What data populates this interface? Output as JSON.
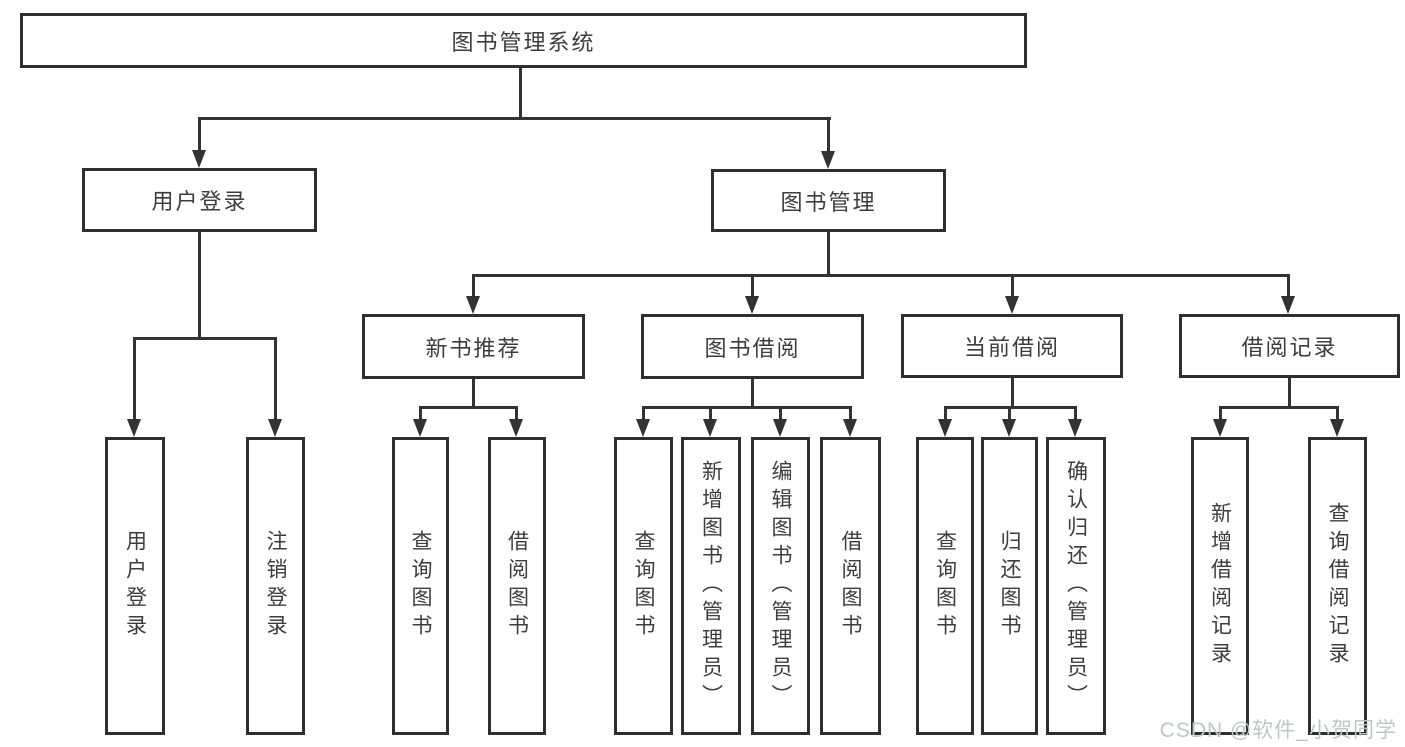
{
  "diagram": {
    "root": {
      "label": "图书管理系统"
    },
    "user_login": {
      "label": "用户登录",
      "children": {
        "login": {
          "label": "用户登录"
        },
        "logout": {
          "label": "注销登录"
        }
      }
    },
    "book_mgmt": {
      "label": "图书管理",
      "children": {
        "new_books": {
          "label": "新书推荐",
          "children": {
            "query": {
              "label": "查询图书"
            },
            "borrow": {
              "label": "借阅图书"
            }
          }
        },
        "borrowing": {
          "label": "图书借阅",
          "children": {
            "query": {
              "label": "查询图书"
            },
            "add": {
              "label": "新增图书（管理员）"
            },
            "edit": {
              "label": "编辑图书（管理员）"
            },
            "borrow": {
              "label": "借阅图书"
            }
          }
        },
        "current": {
          "label": "当前借阅",
          "children": {
            "query": {
              "label": "查询图书"
            },
            "return": {
              "label": "归还图书"
            },
            "confirm": {
              "label": "确认归还（管理员）"
            }
          }
        },
        "records": {
          "label": "借阅记录",
          "children": {
            "add": {
              "label": "新增借阅记录"
            },
            "query": {
              "label": "查询借阅记录"
            }
          }
        }
      }
    },
    "watermark": "CSDN @软件_小贺同学",
    "colors": {
      "line": "#333333",
      "box_border": "#2e2e2e",
      "text": "#3d3d3d",
      "watermark": "#c2c5c8",
      "background": "#ffffff"
    }
  }
}
